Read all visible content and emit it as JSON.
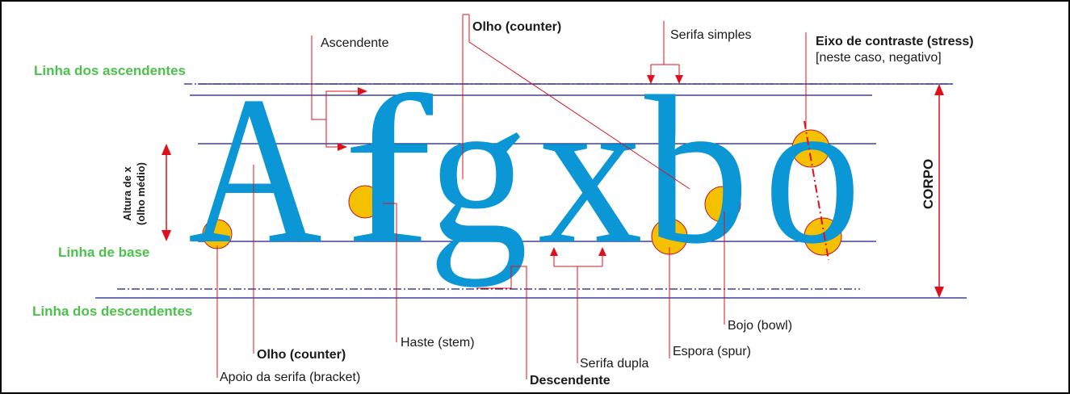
{
  "colors": {
    "glyph": "#0b96d6",
    "guide_line": "#1a1a8c",
    "annotation": "#e0101a",
    "highlight_fill": "#f5c000",
    "highlight_stroke": "#c0142a",
    "guide_label": "#4cc24c",
    "text": "#1a1a1a",
    "frame": "#000000"
  },
  "glyphs": [
    "A",
    "f",
    "g",
    "x",
    "b",
    "o"
  ],
  "guide_labels": {
    "ascender_line": "Linha dos ascendentes",
    "baseline": "Linha de base",
    "descender_line": "Linha dos descendentes"
  },
  "labels": {
    "x_height": [
      "Altura de x",
      "(olho médio)"
    ],
    "body_size": "CORPO",
    "ascender": "Ascendente",
    "counter_top": "Olho (counter)",
    "single_serif": "Serifa simples",
    "stress_axis": "Eixo de contraste (stress)",
    "stress_note": "[neste caso, negativo]",
    "counter_bottom": "Olho (counter)",
    "bracket": "Apoio da serifa (bracket)",
    "stem": "Haste (stem)",
    "descender": "Descendente",
    "double_serif": "Serifa dupla",
    "spur": "Espora (spur)",
    "bowl": "Bojo (bowl)"
  }
}
